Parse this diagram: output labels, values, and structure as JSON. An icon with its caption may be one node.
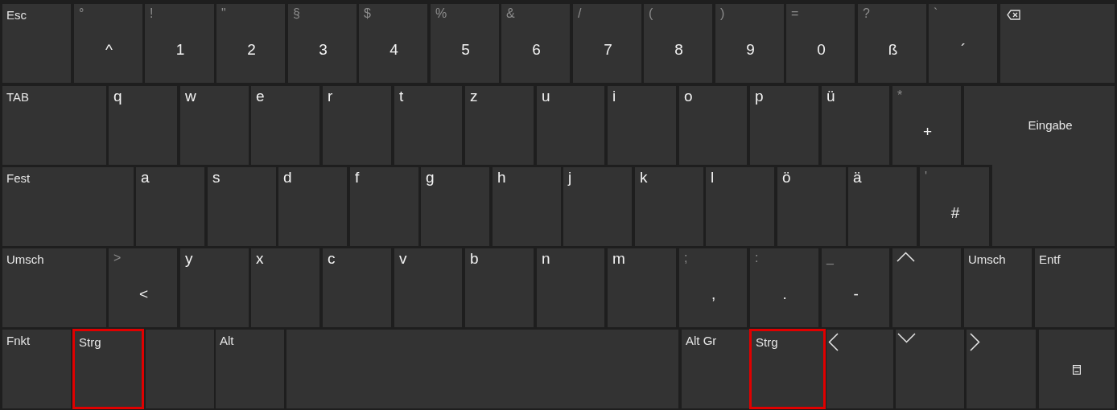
{
  "diagram": {
    "nodes": [
      {
        "text": [
          "Esc"
        ]
      },
      {
        "text": [
          "°",
          "^"
        ]
      },
      {
        "text": [
          "!",
          "1"
        ]
      },
      {
        "text": [
          "\"",
          "2"
        ]
      },
      {
        "text": [
          "§",
          "3"
        ]
      },
      {
        "text": [
          "$",
          "4"
        ]
      },
      {
        "text": [
          "%",
          "5"
        ]
      },
      {
        "text": [
          "&",
          "6"
        ]
      },
      {
        "text": [
          "/",
          "7"
        ]
      },
      {
        "text": [
          "(",
          "8"
        ]
      },
      {
        "text": [
          ")",
          "9"
        ]
      },
      {
        "text": [
          "=",
          "0"
        ]
      },
      {
        "text": [
          "?",
          "ß"
        ]
      },
      {
        "text": [
          "`",
          "´"
        ]
      },
      {
        "text": [],
        "shape": "box"
      },
      {
        "text": [
          "TAB"
        ]
      },
      {
        "text": [
          "q"
        ]
      },
      {
        "text": [
          "w"
        ]
      },
      {
        "text": [
          "e"
        ]
      },
      {
        "text": [
          "r"
        ]
      },
      {
        "text": [
          "t"
        ]
      },
      {
        "text": [
          "z"
        ]
      },
      {
        "text": [
          "u"
        ]
      },
      {
        "text": [
          "i"
        ]
      },
      {
        "text": [
          "o"
        ]
      },
      {
        "text": [
          "p"
        ]
      },
      {
        "text": [
          "ü"
        ]
      },
      {
        "text": [
          "*",
          "+"
        ]
      },
      {
        "text": [
          "Eingabe"
        ]
      },
      {
        "text": [
          "Fest"
        ]
      },
      {
        "text": [
          "a"
        ]
      },
      {
        "text": [
          "s"
        ]
      },
      {
        "text": [
          "d"
        ]
      },
      {
        "text": [
          "f"
        ]
      },
      {
        "text": [
          "g"
        ]
      },
      {
        "text": [
          "h"
        ]
      },
      {
        "text": [
          "j"
        ]
      },
      {
        "text": [
          "k"
        ]
      },
      {
        "text": [
          "l"
        ]
      },
      {
        "text": [
          "ö"
        ]
      },
      {
        "text": [
          "ä"
        ]
      },
      {
        "text": [
          "'",
          "#"
        ]
      },
      {
        "text": [
          "Umsch"
        ]
      },
      {
        "text": [
          ">",
          "<"
        ]
      },
      {
        "text": [
          "y"
        ]
      },
      {
        "text": [
          "x"
        ]
      },
      {
        "text": [
          "c"
        ]
      },
      {
        "text": [
          "v"
        ]
      },
      {
        "text": [
          "b"
        ]
      },
      {
        "text": [
          "n"
        ]
      },
      {
        "text": [
          "m"
        ]
      },
      {
        "text": [
          ";",
          ","
        ]
      },
      {
        "text": [
          ":",
          "."
        ]
      },
      {
        "text": [
          "_",
          "-"
        ]
      },
      {
        "text": [],
        "shape": "box"
      },
      {
        "text": [
          "Umsch"
        ]
      },
      {
        "text": [
          "Entf"
        ]
      },
      {
        "text": [
          "Fnkt"
        ]
      },
      {
        "text": [
          "Strg"
        ]
      },
      {
        "text": [],
        "shape": "box"
      },
      {
        "text": [
          "Alt"
        ]
      },
      {
        "text": [],
        "shape": "box"
      },
      {
        "text": [
          "Alt Gr"
        ]
      },
      {
        "text": [
          "Strg"
        ]
      },
      {
        "text": [],
        "shape": "box"
      },
      {
        "text": [],
        "shape": "box"
      },
      {
        "text": [],
        "shape": "box"
      },
      {
        "text": [],
        "shape": "box"
      }
    ]
  }
}
